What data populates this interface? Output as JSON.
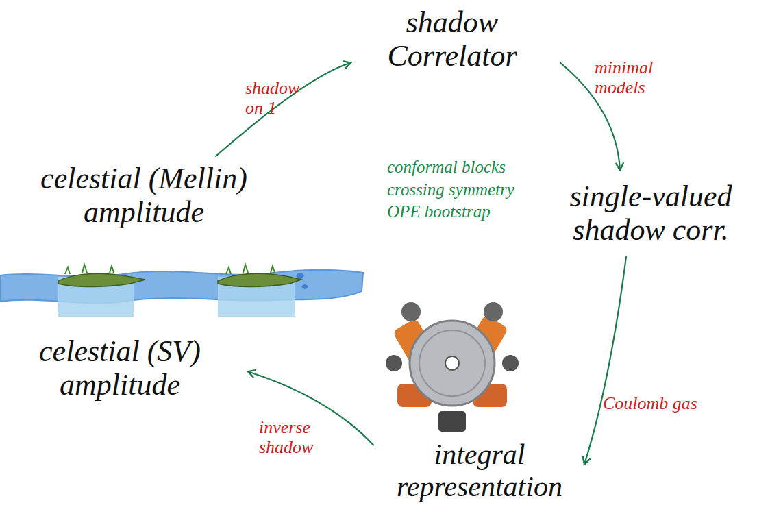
{
  "diagram": {
    "nodes": [
      {
        "text": [
          "shadow Correlator"
        ]
      },
      {
        "text": [
          "single-valued shadow corr."
        ]
      },
      {
        "text": [
          "integral representation"
        ]
      },
      {
        "text": [
          "celestial (SV) amplitude"
        ]
      },
      {
        "text": [
          "celestial (Mellin) amplitude"
        ]
      }
    ],
    "edges": [
      {
        "from": 4,
        "to": 0,
        "label": "shadow on 1",
        "arrow": "to"
      },
      {
        "from": 0,
        "to": 1,
        "label": "minimal models",
        "arrow": "to"
      },
      {
        "from": 1,
        "to": 2,
        "label": "Coulomb gas",
        "arrow": "to"
      },
      {
        "from": 2,
        "to": 3,
        "label": "inverse shadow",
        "arrow": "to"
      }
    ],
    "labels": [
      "conformal blocks",
      "crossing symmetry",
      "OPE bootstrap"
    ]
  }
}
